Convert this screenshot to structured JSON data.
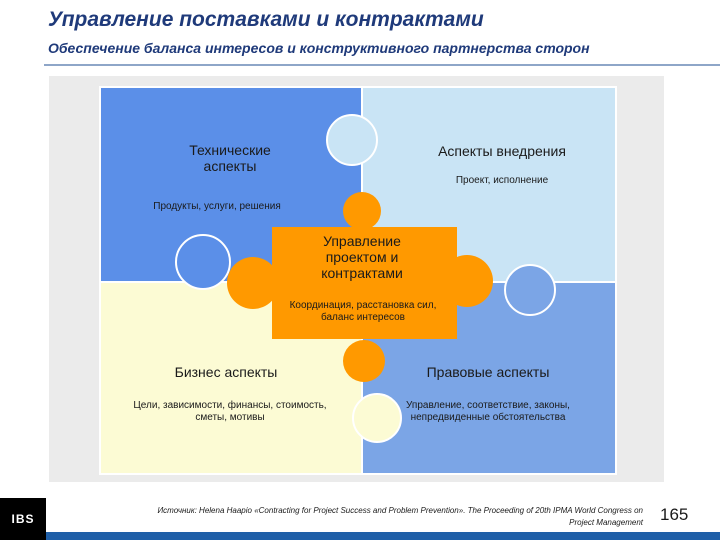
{
  "header": {
    "title": "Управление поставками и контрактами",
    "subtitle": "Обеспечение баланса интересов и конструктивного партнерства сторон"
  },
  "diagram": {
    "top_left": {
      "title": "Технические аспекты",
      "subtitle": "Продукты, услуги, решения"
    },
    "top_right": {
      "title": "Аспекты внедрения",
      "subtitle": "Проект, исполнение"
    },
    "center": {
      "title": "Управление проектом и контрактами",
      "subtitle": "Координация, расстановка сил, баланс интересов"
    },
    "bottom_left": {
      "title": "Бизнес аспекты",
      "subtitle": "Цели, зависимости, финансы, стоимость, сметы, мотивы"
    },
    "bottom_right": {
      "title": "Правовые аспекты",
      "subtitle": "Управление, соответствие, законы, непредвиденные обстоятельства"
    },
    "colors": {
      "top_left": "#5b8fe8",
      "top_right": "#c9e4f5",
      "bottom_left": "#fcfbd4",
      "bottom_right": "#7ba5e6",
      "center": "#ff9900"
    }
  },
  "footer": {
    "logo": "IBS",
    "source_line1": "Источник: Helena Haapio «Contracting for Project Success and Problem Prevention». The Proceeding of 20th IPMA World Congress on",
    "source_line2": "Project Management",
    "page_number": "165"
  }
}
